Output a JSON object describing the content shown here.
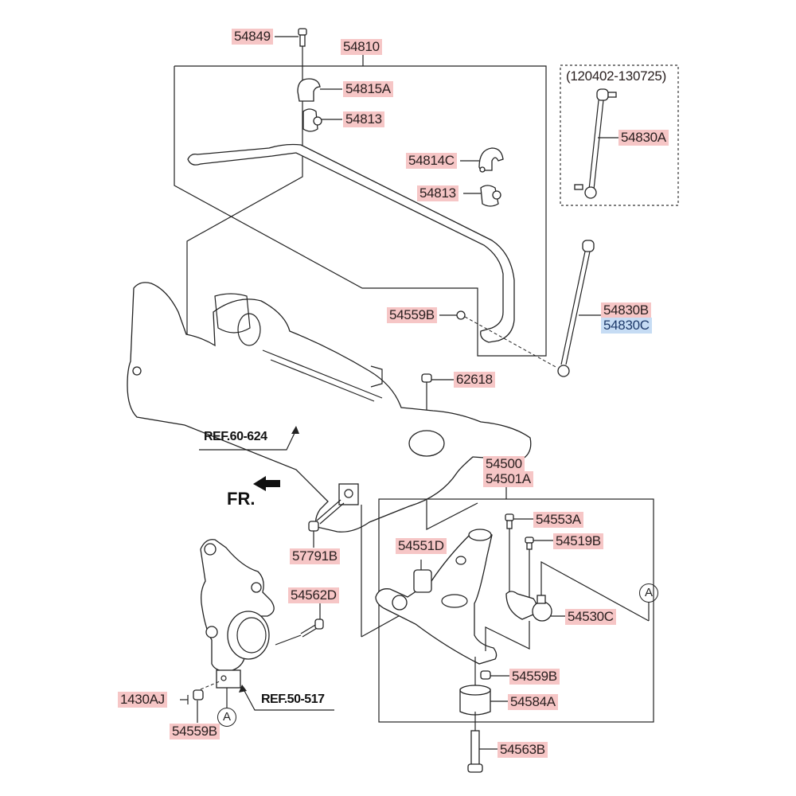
{
  "diagram": {
    "colors": {
      "label_bg": "#f6c6c6",
      "alt_label_bg": "#c6dcf4",
      "line": "#222222"
    },
    "parts": {
      "p54849": "54849",
      "p54810": "54810",
      "p54815A": "54815A",
      "p54813_top": "54813",
      "p54814C": "54814C",
      "p54813_right": "54813",
      "p54830A": "54830A",
      "date_range": "(120402-130725)",
      "p54559B_bar": "54559B",
      "p54830B": "54830B",
      "p54830C": "54830C",
      "p62618": "62618",
      "p54500": "54500",
      "p54501A": "54501A",
      "p57791B": "57791B",
      "p54553A": "54553A",
      "p54519B": "54519B",
      "p54551D": "54551D",
      "p54530C": "54530C",
      "p54562D": "54562D",
      "p54559B_arm": "54559B",
      "p54584A": "54584A",
      "p54563B": "54563B",
      "p1430AJ": "1430AJ",
      "p54559B_knuckle": "54559B"
    },
    "references": {
      "ref_subframe": "REF.60-624",
      "ref_knuckle": "REF.50-517"
    },
    "direction_label": "FR.",
    "connector_marks": {
      "a_right": "A",
      "a_knuckle": "A"
    }
  }
}
